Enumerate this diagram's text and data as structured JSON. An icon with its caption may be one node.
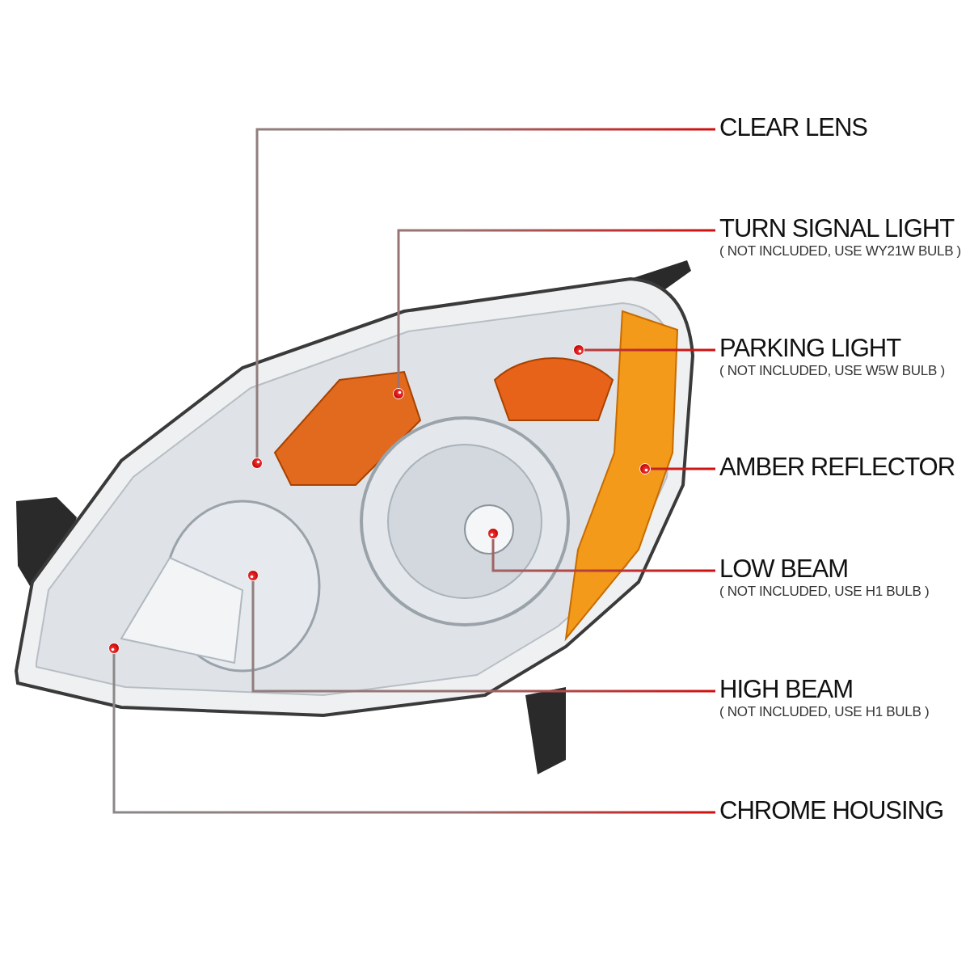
{
  "diagram": {
    "nodes": [
      {
        "text": [
          "CLEAR LENS"
        ]
      },
      {
        "text": [
          "TURN SIGNAL LIGHT",
          "( NOT INCLUDED, USE WY21W BULB )"
        ]
      },
      {
        "text": [
          "PARKING LIGHT",
          "( NOT INCLUDED, USE W5W BULB )"
        ]
      },
      {
        "text": [
          "AMBER REFLECTOR"
        ]
      },
      {
        "text": [
          "LOW BEAM",
          "( NOT INCLUDED, USE H1 BULB )"
        ]
      },
      {
        "text": [
          "HIGH BEAM",
          "( NOT INCLUDED, USE H1 BULB )"
        ]
      },
      {
        "text": [
          "CHROME HOUSING"
        ]
      }
    ],
    "edges": [
      {
        "from": 0,
        "to": null,
        "arrow": "other"
      },
      {
        "from": 1,
        "to": null,
        "arrow": "other"
      },
      {
        "from": 2,
        "to": null,
        "arrow": "other"
      },
      {
        "from": 3,
        "to": null,
        "arrow": "other"
      },
      {
        "from": 4,
        "to": null,
        "arrow": "other"
      },
      {
        "from": 5,
        "to": null,
        "arrow": "other"
      },
      {
        "from": 6,
        "to": null,
        "arrow": "other"
      }
    ]
  }
}
